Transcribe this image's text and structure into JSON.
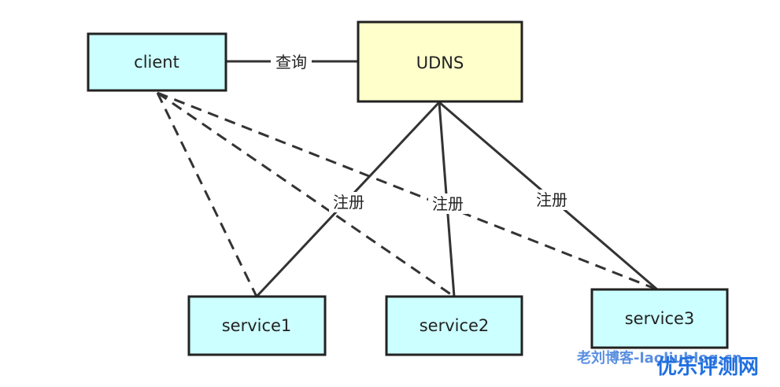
{
  "nodes": {
    "client": {
      "label": "client",
      "fill": "#ccffff"
    },
    "udns": {
      "label": "UDNS",
      "fill": "#ffffcc"
    },
    "service1": {
      "label": "service1",
      "fill": "#ccffff"
    },
    "service2": {
      "label": "service2",
      "fill": "#ccffff"
    },
    "service3": {
      "label": "service3",
      "fill": "#ccffff"
    }
  },
  "edges": {
    "query": {
      "from": "client",
      "to": "UDNS",
      "label": "查询",
      "style": "solid"
    },
    "register": [
      {
        "from": "UDNS",
        "to": "service1",
        "label": "注册",
        "style": "solid"
      },
      {
        "from": "UDNS",
        "to": "service2",
        "label": "注册",
        "style": "solid"
      },
      {
        "from": "UDNS",
        "to": "service3",
        "label": "注册",
        "style": "solid"
      }
    ],
    "calls": [
      {
        "from": "client",
        "to": "service1",
        "style": "dashed"
      },
      {
        "from": "client",
        "to": "service2",
        "style": "dashed"
      },
      {
        "from": "client",
        "to": "service3",
        "style": "dashed"
      }
    ]
  },
  "watermark": {
    "blog": "老刘博客-laoliublog.cn",
    "site": "优乐评测网"
  },
  "colors": {
    "line": "#333333",
    "client_fill": "#ccffff",
    "udns_fill": "#ffffcc",
    "watermark_blue": "#5a8fe0",
    "watermark_site": "#1f6fe0"
  }
}
